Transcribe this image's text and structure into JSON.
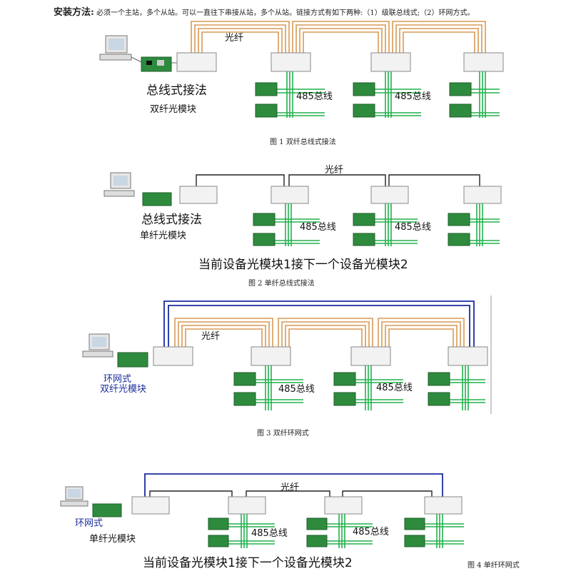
{
  "intro": {
    "heading": "安装方法:",
    "text": "必须一个主站，多个从站。可以一直往下串接从站，多个从站。链接方式有如下两种:（1）级联总线式;（2）环网方式。"
  },
  "colors": {
    "dual_fiber": "#d89a55",
    "single_fiber": "#222222",
    "ring": "#1a2b9e",
    "bus": "#22b14c",
    "card": "#2e8b3e"
  },
  "figures": [
    {
      "fiber_label": "光纤",
      "bus_labels": [
        "485总线",
        "485总线"
      ],
      "title": "总线式接法",
      "subtitle": "双纤光模块",
      "note": "",
      "caption": "图 1   双纤总线式接法"
    },
    {
      "fiber_label": "光纤",
      "bus_labels": [
        "485总线",
        "485总线"
      ],
      "title": "总线式接法",
      "subtitle": "单纤光模块",
      "note": "当前设备光模块1接下一个设备光模块2",
      "caption": "图 2   单纤总线式接法"
    },
    {
      "fiber_label": "光纤",
      "bus_labels": [
        "485总线",
        "485总线"
      ],
      "title": "环网式",
      "subtitle": "双纤光模块",
      "note": "",
      "caption": "图 3  双纤环网式"
    },
    {
      "fiber_label": "光纤",
      "bus_labels": [
        "485总线",
        "485总线"
      ],
      "title": "环网式",
      "subtitle": "单纤光模块",
      "note": "当前设备光模块1接下一个设备光模块2",
      "caption": "图 4  单纤环网式"
    }
  ]
}
